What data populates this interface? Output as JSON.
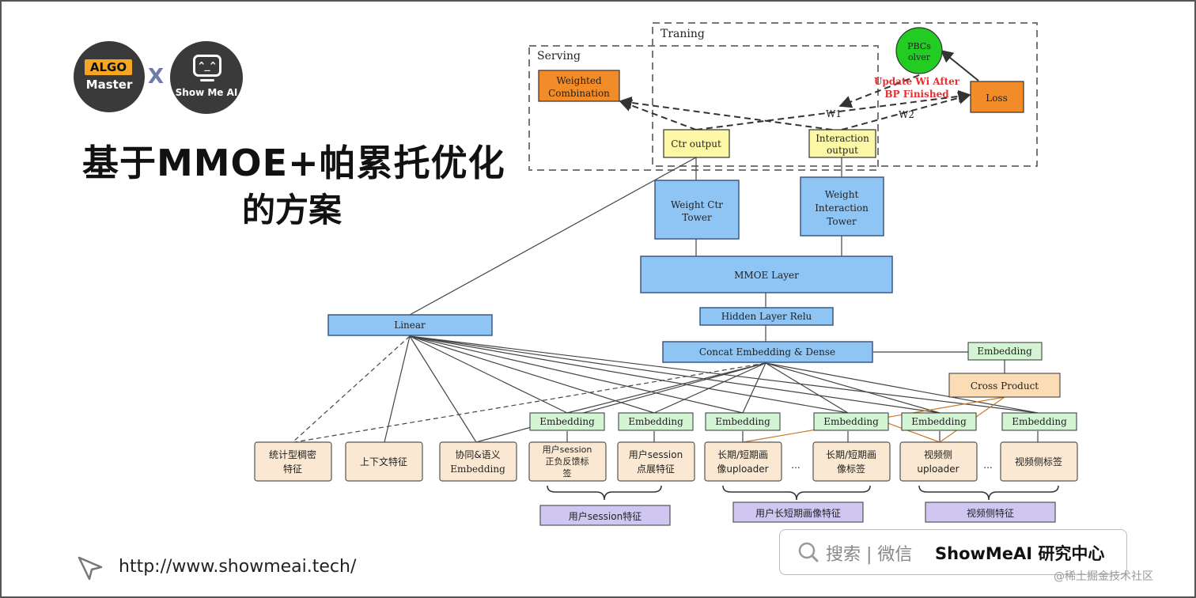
{
  "logos": {
    "algo_top": "ALGO",
    "algo_bottom": "Master",
    "cross": "X",
    "showme_face": "^_^",
    "showme_text": "Show Me AI"
  },
  "title": {
    "line1": "基于MMOE+帕累托优化",
    "line2": "的方案"
  },
  "link": {
    "url": "http://www.showmeai.tech/"
  },
  "search": {
    "hint": "搜索 | 微信",
    "brand": "ShowMeAI 研究中心"
  },
  "watermark": "@稀土掘金技术社区",
  "diagram": {
    "regions": {
      "training": "Traning",
      "serving": "Serving"
    },
    "nodes": {
      "weighted_combination": [
        "Weighted",
        "Combination"
      ],
      "pbc_solver": [
        "PBCs",
        "olver"
      ],
      "loss": "Loss",
      "update_note": [
        "Update Wi After",
        "BP Finished"
      ],
      "w1": "W1",
      "w2": "W2",
      "ctr_output": "Ctr output",
      "interaction_output": [
        "Interaction",
        "output"
      ],
      "weight_ctr_tower": [
        "Weight Ctr",
        "Tower"
      ],
      "weight_interaction_tower": [
        "Weight",
        "Interaction",
        "Tower"
      ],
      "mmoe_layer": "MMOE Layer",
      "hidden_layer": "Hidden Layer Relu",
      "linear": "Linear",
      "concat": "Concat Embedding & Dense",
      "embedding_right": "Embedding",
      "cross_product": "Cross Product",
      "embedding_label": "Embedding",
      "ellipsis": "..."
    },
    "features": [
      [
        "统计型稠密",
        "特征"
      ],
      [
        "上下文特征"
      ],
      [
        "协同&语义",
        "Embedding"
      ],
      [
        "用户session",
        "正负反馈标",
        "签"
      ],
      [
        "用户session",
        "点展特征"
      ],
      [
        "长期/短期画",
        "像uploader"
      ],
      [
        "长期/短期画",
        "像标签"
      ],
      [
        "视频侧",
        "uploader"
      ],
      [
        "视频侧标签"
      ]
    ],
    "groups": [
      "用户session特征",
      "用户长短期画像特征",
      "视频侧特征"
    ]
  },
  "colors": {
    "blue_box": "#8ec5f5",
    "blue_border": "#3d5a80",
    "orange_box": "#f28c28",
    "yellow_box": "#fdf8a6",
    "green_circle": "#22cc22",
    "peach_box": "#fbdcb4",
    "feature_box": "#fbe8d2",
    "embed_green": "#d4f5d4",
    "purple_box": "#cfc7f2",
    "red_note": "#e03030",
    "algo_orange": "#f5a623"
  }
}
